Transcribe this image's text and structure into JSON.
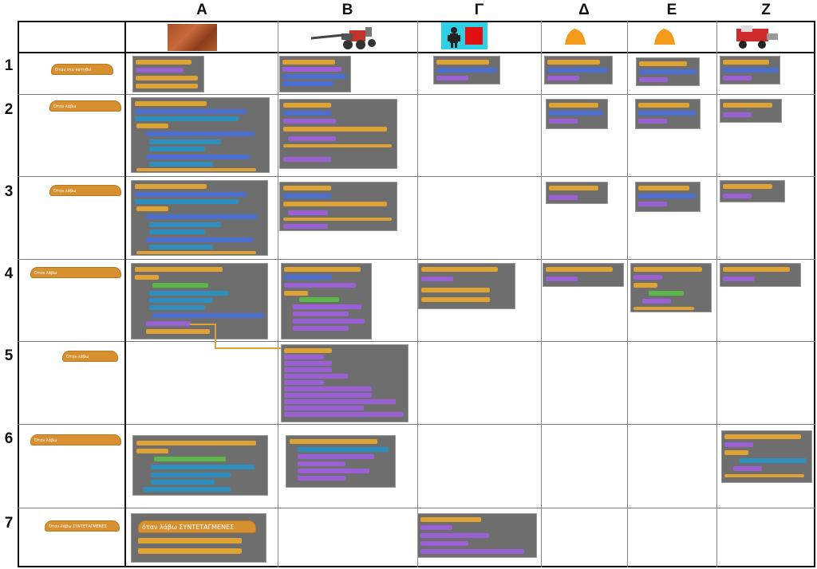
{
  "columns": [
    "Α",
    "Β",
    "Γ",
    "Δ",
    "Ε",
    "Ζ"
  ],
  "rows": [
    "1",
    "2",
    "3",
    "4",
    "5",
    "6",
    "7"
  ],
  "colors": {
    "hat": "#d69030",
    "script_bg": "#6e6e6e",
    "control": "#e0a233",
    "looks": "#9b5fd6",
    "motion": "#4a6fd0",
    "operator": "#5cb84a",
    "grid": "#111111"
  },
  "sprites": {
    "A": "mars-ground-thumbnail",
    "B": "rover-thumbnail",
    "C": "astronaut-and-red-box-thumbnail",
    "D": "orange-pile-thumbnail",
    "E": "orange-pile-thumbnail",
    "F": "red-harvester-thumbnail"
  },
  "events": {
    "r1": "Όταν στο πατηθεί",
    "r2": "Όταν λάβω",
    "r3": "Όταν λάβω",
    "r4": "Όταν λάβω",
    "r5": "Όταν λάβω",
    "r6": "Όταν λάβω",
    "r7": "Όταν λάβω ΣΥΝΤΕΤΑΓΜΕΝΕΣ"
  },
  "notable": {
    "a7_hat": "όταν λάβω ΣΥΝΤΕΤΑΓΜΕΝΕΣ"
  }
}
